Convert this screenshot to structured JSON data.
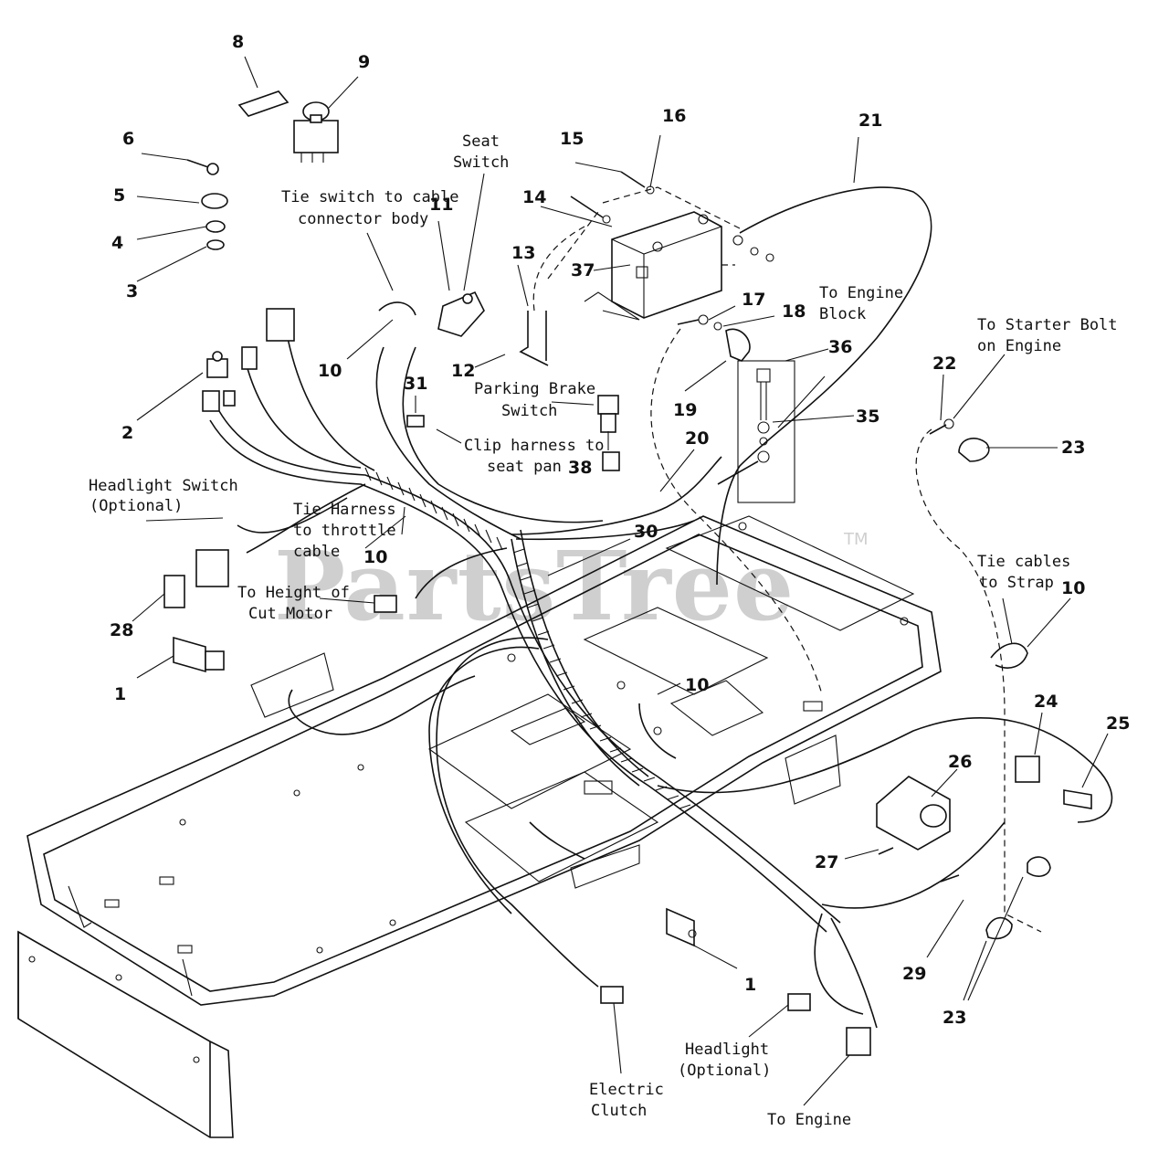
{
  "watermark": {
    "text": "PartsTree",
    "tm": "TM"
  },
  "callouts": {
    "n8": "8",
    "n9": "9",
    "n6": "6",
    "n5": "5",
    "n4": "4",
    "n3": "3",
    "n11": "11",
    "n10a": "10",
    "n2": "2",
    "n13": "13",
    "n12": "12",
    "n31": "31",
    "n14": "14",
    "n15": "15",
    "n16": "16",
    "n37": "37",
    "n17": "17",
    "n18": "18",
    "n19": "19",
    "n21": "21",
    "n36": "36",
    "n35": "35",
    "n20": "20",
    "n38": "38",
    "n22": "22",
    "n23a": "23",
    "n10b": "10",
    "n30": "30",
    "n28": "28",
    "n1a": "1",
    "n10c": "10",
    "n10d": "10",
    "n24": "24",
    "n25": "25",
    "n26": "26",
    "n27": "27",
    "n29": "29",
    "n23b": "23",
    "n1b": "1"
  },
  "labels": {
    "seat_switch_1": "Seat",
    "seat_switch_2": "Switch",
    "tie_switch_1": "Tie switch to cable",
    "tie_switch_2": "connector body",
    "parking_1": "Parking Brake",
    "parking_2": "Switch",
    "clip_1": "Clip harness to",
    "clip_2": "seat pan",
    "headlight_switch_1": "Headlight Switch",
    "headlight_switch_2": "(Optional)",
    "tie_harness_1": "Tie Harness",
    "tie_harness_2": "to throttle",
    "tie_harness_3": "cable",
    "height_cut_1": "To Height of",
    "height_cut_2": "Cut Motor",
    "engine_block_1": "To Engine",
    "engine_block_2": "Block",
    "starter_1": "To Starter Bolt",
    "starter_2": "on Engine",
    "tie_cables_1": "Tie cables",
    "tie_cables_2": "to Strap",
    "headlight_1": "Headlight",
    "headlight_2": "(Optional)",
    "clutch_1": "Electric",
    "clutch_2": "Clutch",
    "to_engine": "To Engine"
  }
}
